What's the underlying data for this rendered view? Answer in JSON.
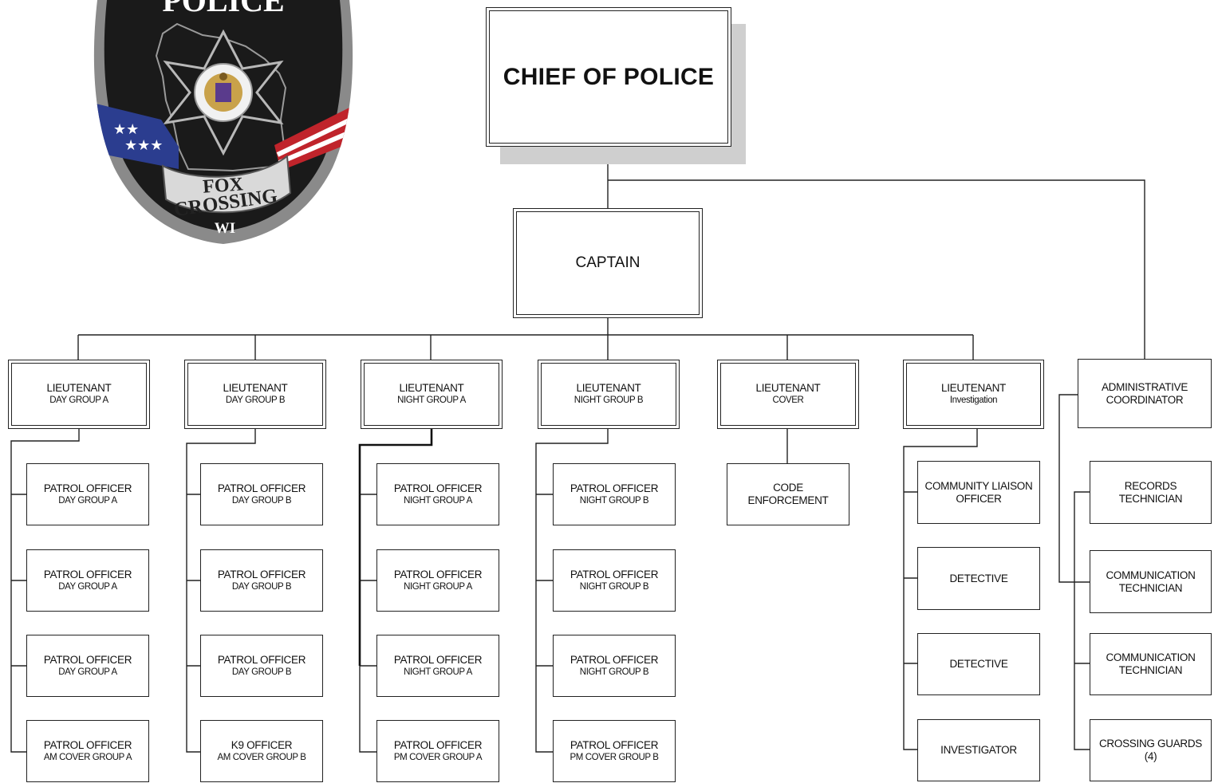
{
  "badge": {
    "top_text": "POLICE",
    "city_line1": "FOX",
    "city_line2": "CROSSING",
    "state": "WI"
  },
  "chief": {
    "title": "CHIEF OF POLICE"
  },
  "captain": {
    "title": "CAPTAIN"
  },
  "lieutenants": [
    {
      "title": "LIEUTENANT",
      "sub": "DAY GROUP A"
    },
    {
      "title": "LIEUTENANT",
      "sub": "DAY GROUP B"
    },
    {
      "title": "LIEUTENANT",
      "sub": "NIGHT GROUP A"
    },
    {
      "title": "LIEUTENANT",
      "sub": "NIGHT GROUP B"
    },
    {
      "title": "LIEUTENANT",
      "sub": "COVER"
    },
    {
      "title": "LIEUTENANT",
      "sub": "Investigation"
    }
  ],
  "admin": {
    "line1": "ADMINISTRATIVE",
    "line2": "COORDINATOR"
  },
  "col1": [
    {
      "title": "PATROL OFFICER",
      "sub": "DAY GROUP A"
    },
    {
      "title": "PATROL OFFICER",
      "sub": "DAY GROUP A"
    },
    {
      "title": "PATROL OFFICER",
      "sub": "DAY GROUP A"
    },
    {
      "title": "PATROL OFFICER",
      "sub": "AM COVER GROUP A"
    }
  ],
  "col2": [
    {
      "title": "PATROL OFFICER",
      "sub": "DAY GROUP B"
    },
    {
      "title": "PATROL OFFICER",
      "sub": "DAY GROUP B"
    },
    {
      "title": "PATROL OFFICER",
      "sub": "DAY GROUP B"
    },
    {
      "title": "K9 OFFICER",
      "sub": "AM COVER GROUP B"
    }
  ],
  "col3": [
    {
      "title": "PATROL OFFICER",
      "sub": "NIGHT GROUP A"
    },
    {
      "title": "PATROL OFFICER",
      "sub": "NIGHT GROUP A"
    },
    {
      "title": "PATROL OFFICER",
      "sub": "NIGHT GROUP A"
    },
    {
      "title": "PATROL OFFICER",
      "sub": "PM COVER GROUP A"
    }
  ],
  "col4": [
    {
      "title": "PATROL OFFICER",
      "sub": "NIGHT GROUP B"
    },
    {
      "title": "PATROL OFFICER",
      "sub": "NIGHT GROUP B"
    },
    {
      "title": "PATROL OFFICER",
      "sub": "NIGHT GROUP B"
    },
    {
      "title": "PATROL OFFICER",
      "sub": "PM COVER GROUP B"
    }
  ],
  "col5": [
    {
      "line1": "CODE",
      "line2": "ENFORCEMENT"
    }
  ],
  "col6": [
    {
      "line1": "COMMUNITY LIAISON",
      "line2": "OFFICER"
    },
    {
      "line1": "DETECTIVE",
      "line2": ""
    },
    {
      "line1": "DETECTIVE",
      "line2": ""
    },
    {
      "line1": "INVESTIGATOR",
      "line2": ""
    }
  ],
  "col7": [
    {
      "line1": "RECORDS",
      "line2": "TECHNICIAN"
    },
    {
      "line1": "COMMUNICATION",
      "line2": "TECHNICIAN"
    },
    {
      "line1": "COMMUNICATION",
      "line2": "TECHNICIAN"
    },
    {
      "line1": "CROSSING GUARDS",
      "line2": "(4)"
    }
  ]
}
